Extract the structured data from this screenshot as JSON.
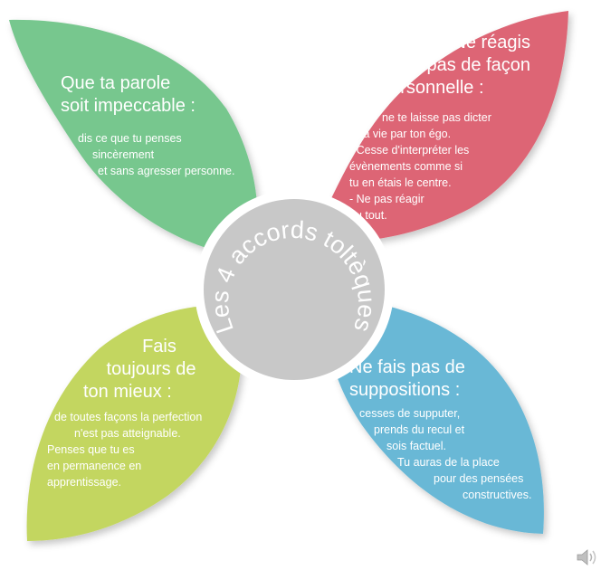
{
  "center": {
    "title": "Les 4 accords toltèques",
    "fill": "#c8c8c8"
  },
  "petals": {
    "green": {
      "fill": "#77c78e",
      "heading": [
        "Que ta parole",
        "soit impeccable :"
      ],
      "body": [
        "dis ce que tu penses",
        "sincèrement",
        "et sans agresser personne."
      ]
    },
    "red": {
      "fill": "#dd6574",
      "heading": [
        "Ne réagis",
        "pas de façon",
        "personnelle :"
      ],
      "body": [
        "ne te laisse pas dicter",
        "ta vie par ton égo.",
        "- Cesse d'interpréter les",
        "évènements comme si",
        "tu en étais le centre.",
        "- Ne pas réagir",
        "du tout."
      ]
    },
    "lime": {
      "fill": "#c3d661",
      "heading": [
        "Fais",
        "toujours de",
        "ton mieux :"
      ],
      "body": [
        "de toutes façons la  perfection",
        "n'est pas atteignable.",
        "Penses que tu es",
        "en permanence en",
        "apprentissage."
      ]
    },
    "blue": {
      "fill": "#69b8d6",
      "heading": [
        "Ne fais pas de",
        "suppositions :"
      ],
      "body": [
        "cesses de supputer,",
        "prends du recul et",
        "sois factuel.",
        "Tu auras de la place",
        "pour des pensées",
        "constructives."
      ]
    }
  },
  "icons": {
    "speaker": "speaker-icon"
  }
}
